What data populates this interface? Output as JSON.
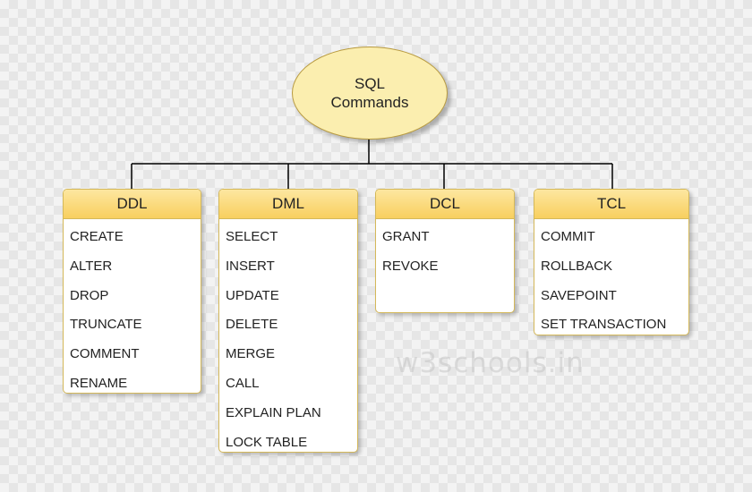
{
  "root": {
    "label_line1": "SQL",
    "label_line2": "Commands"
  },
  "categories": [
    {
      "name": "DDL",
      "commands": [
        "CREATE",
        "ALTER",
        "DROP",
        "TRUNCATE",
        "COMMENT",
        "RENAME"
      ]
    },
    {
      "name": "DML",
      "commands": [
        "SELECT",
        "INSERT",
        "UPDATE",
        "DELETE",
        "MERGE",
        "CALL",
        "EXPLAIN PLAN",
        "LOCK TABLE"
      ]
    },
    {
      "name": "DCL",
      "commands": [
        "GRANT",
        "REVOKE"
      ]
    },
    {
      "name": "TCL",
      "commands": [
        "COMMIT",
        "ROLLBACK",
        "SAVEPOINT",
        "SET TRANSACTION"
      ]
    }
  ],
  "watermark": "w3schools.in",
  "colors": {
    "node_fill": "#fbeeaf",
    "header_top": "#fde7a0",
    "header_bottom": "#f8cf5f",
    "border": "#d4b85a",
    "connector": "#000000"
  }
}
